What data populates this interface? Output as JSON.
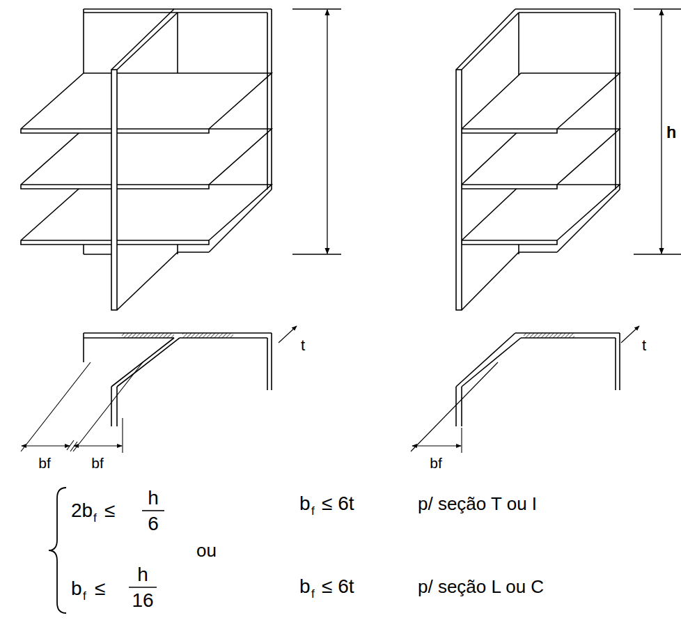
{
  "diagram": {
    "labels": [
      "h",
      "h",
      "t",
      "t",
      "bf",
      "bf",
      "bf",
      "2b",
      "f",
      "≤",
      "h",
      "6",
      "b",
      "f",
      "≤",
      "h",
      "16",
      "ou",
      "b",
      "f",
      "≤ 6t",
      "b",
      "f",
      "≤ 6t",
      "p/ seção T ou I",
      "p/ seção L ou C"
    ]
  }
}
